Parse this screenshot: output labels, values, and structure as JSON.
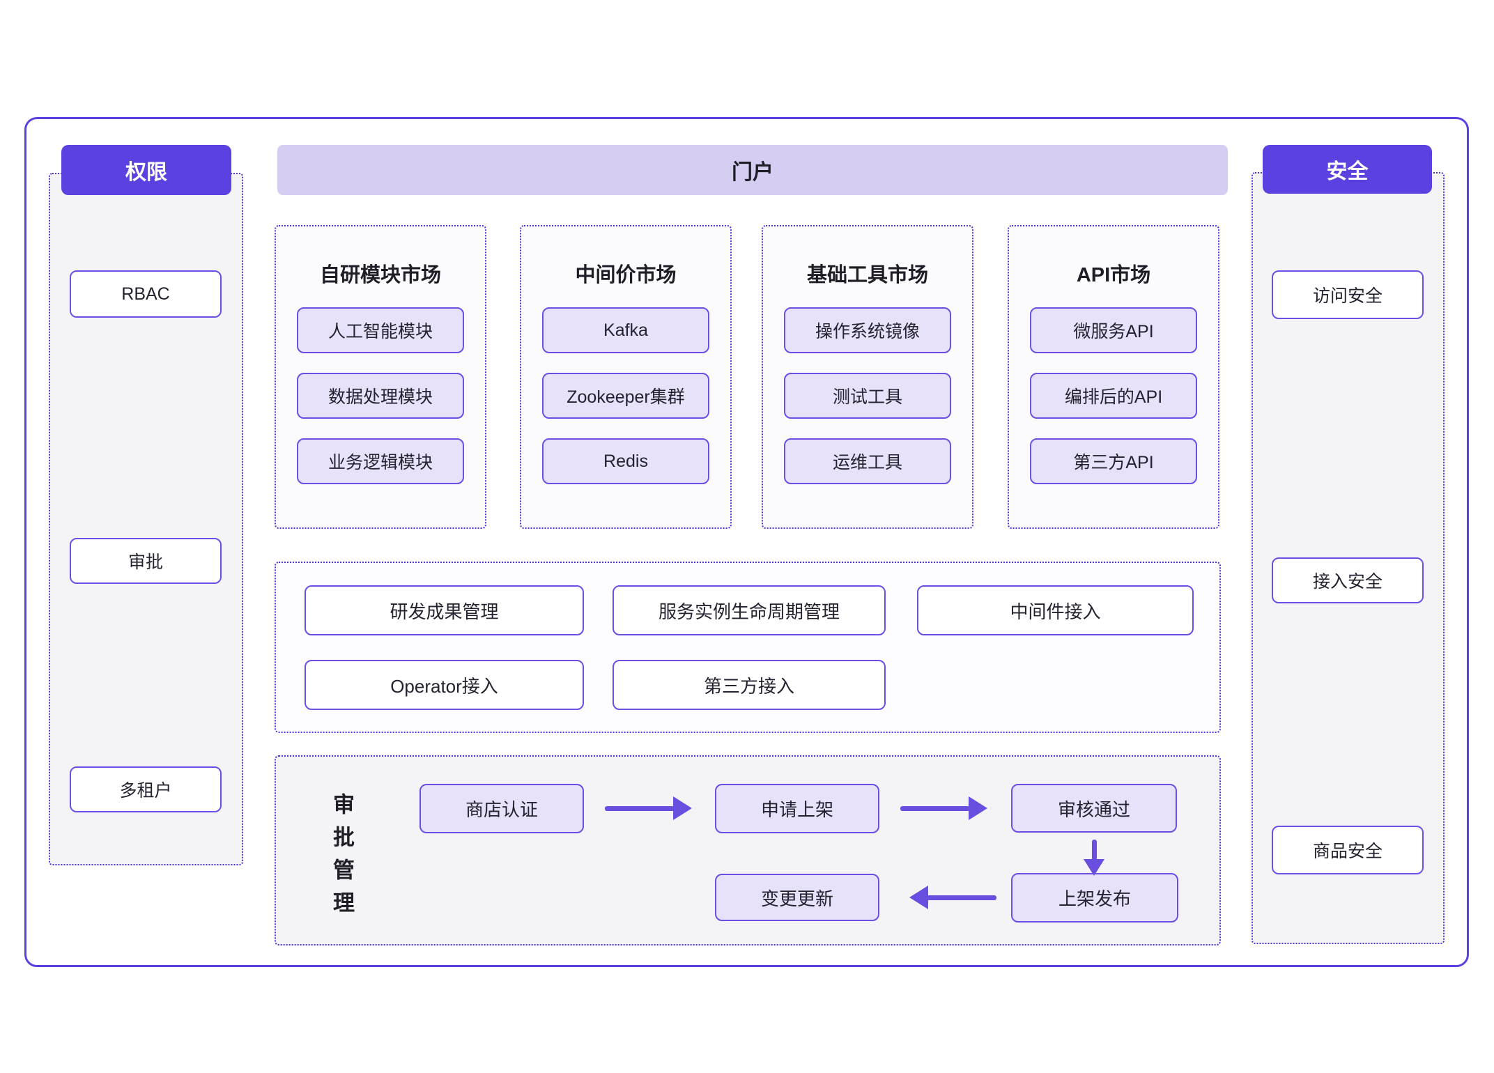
{
  "colors": {
    "accent_purple": "#5b42e0",
    "portal_bar_fill": "#d6cdf2",
    "dashed_border": "#4b36d8",
    "box_border": "#6c4ee6",
    "light_purple_fill": "#e7e1f9",
    "panel_background": "#f4f4f7",
    "arrow": "#6a4ee0"
  },
  "left_panel": {
    "header": "权限",
    "items": [
      "RBAC",
      "审批",
      "多租户"
    ]
  },
  "portal": {
    "header": "门户"
  },
  "markets": [
    {
      "title": "自研模块市场",
      "items": [
        "人工智能模块",
        "数据处理模块",
        "业务逻辑模块"
      ]
    },
    {
      "title": "中间价市场",
      "items": [
        "Kafka",
        "Zookeeper集群",
        "Redis"
      ]
    },
    {
      "title": "基础工具市场",
      "items": [
        "操作系统镜像",
        "测试工具",
        "运维工具"
      ]
    },
    {
      "title": "API市场",
      "items": [
        "微服务API",
        "编排后的API",
        "第三方API"
      ]
    }
  ],
  "management": {
    "row1": [
      "研发成果管理",
      "服务实例生命周期管理",
      "中间件接入"
    ],
    "row2": [
      "Operator接入",
      "第三方接入"
    ]
  },
  "approval": {
    "label": "审批管理",
    "steps": [
      "商店认证",
      "申请上架",
      "审核通过",
      "上架发布",
      "变更更新"
    ]
  },
  "right_panel": {
    "header": "安全",
    "items": [
      "访问安全",
      "接入安全",
      "商品安全"
    ]
  }
}
